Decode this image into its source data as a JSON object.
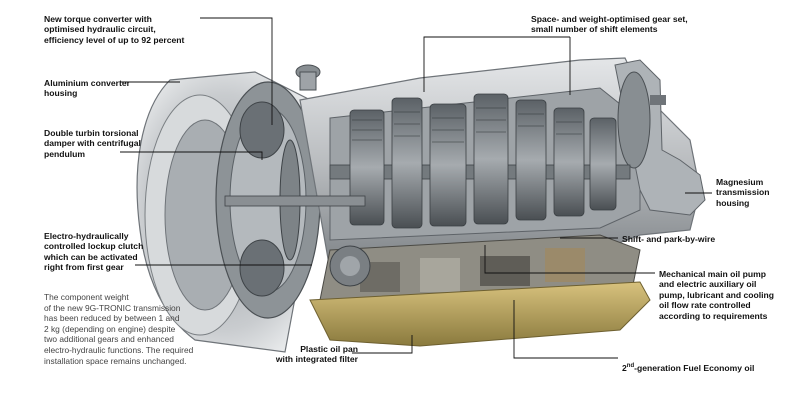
{
  "labels": {
    "torque_converter": "New torque converter with\noptimised hydraulic circuit,\nefficiency level of up to 92 percent",
    "aluminium_housing": "Aluminium converter\nhousing",
    "double_turbine": "Double turbin torsional\ndamper with centrifugal\npendulum",
    "lockup_clutch": "Electro-hydraulically\ncontrolled lockup clutch\nwhich can be activated\nright from first gear",
    "gear_set": "Space- and weight-optimised gear set,\nsmall number of shift elements",
    "magnesium_housing": "Magnesium\ntransmission\nhousing",
    "shift_by_wire": "Shift- and park-by-wire",
    "oil_pump": "Mechanical main oil pump\nand electric auxiliary oil\npump, lubricant and cooling\noil flow rate controlled\naccording to requirements",
    "oil_pan": "Plastic oil pan\nwith integrated filter",
    "fuel_economy_oil_prefix": "2",
    "fuel_economy_oil_sup": "nd",
    "fuel_economy_oil_suffix": "-generation Fuel Economy oil"
  },
  "note": "The component weight\nof the new 9G-TRONIC transmission\nhas been reduced by between 1 and\n2 kg (depending on engine) despite\ntwo additional gears and enhanced\nelectro-hydraulic functions. The required\ninstallation space remains unchanged.",
  "colors": {
    "housing": "#b9bcbf",
    "housing_dark": "#6f7479",
    "gear_metal": "#8c9296",
    "oil_pan": "#c9b06a",
    "leader_line": "#111111"
  }
}
